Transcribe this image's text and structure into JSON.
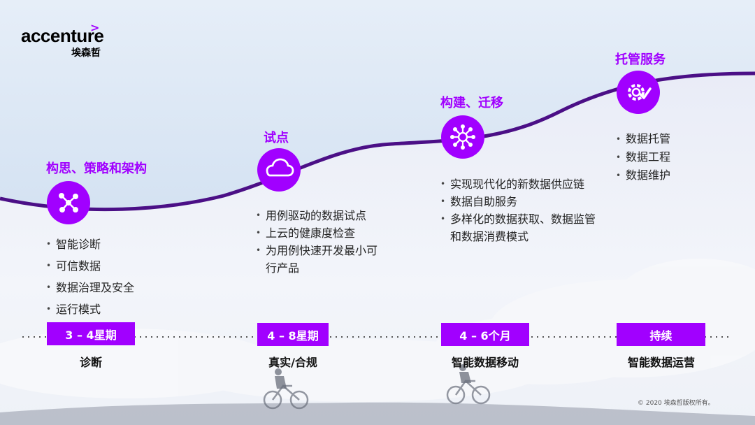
{
  "logo": {
    "word": "accenture",
    "sub": "埃森哲"
  },
  "colors": {
    "accent": "#a100ff",
    "sky_top": "#dfe9f5",
    "sky_bottom": "#bcd3ea"
  },
  "phases": [
    {
      "title": "构思、策略和架构",
      "icon": "network-nodes-icon",
      "bullets": [
        "智能诊断",
        "可信数据",
        "数据治理及安全",
        "运行模式"
      ],
      "duration": "3 – 4星期",
      "stage": "诊断"
    },
    {
      "title": "试点",
      "icon": "cloud-icon",
      "bullets": [
        "用例驱动的数据试点",
        "上云的健康度检查",
        "为用例快速开发最小可行产品"
      ],
      "duration": "4 – 8星期",
      "stage": "真实/合规"
    },
    {
      "title": "构建、迁移",
      "icon": "hub-icon",
      "bullets": [
        "实现现代化的新数据供应链",
        "数据自助服务",
        "多样化的数据获取、数据监管和数据消费模式"
      ],
      "duration": "4 – 6个月",
      "stage": "智能数据移动"
    },
    {
      "title": "托管服务",
      "icon": "gear-check-icon",
      "bullets": [
        "数据托管",
        "数据工程",
        "数据维护"
      ],
      "duration": "持续",
      "stage": "智能数据运营"
    }
  ],
  "footer": {
    "copyright": "© 2020 埃森哲版权所有。"
  }
}
